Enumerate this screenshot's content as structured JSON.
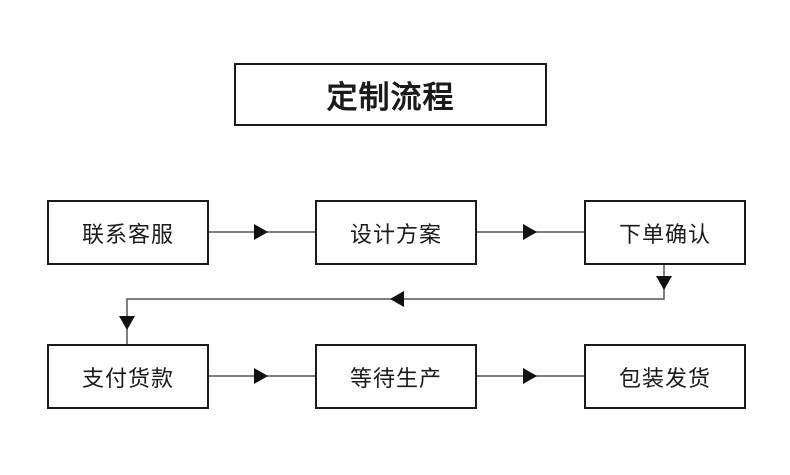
{
  "diagram": {
    "title": "定制流程",
    "steps": [
      {
        "label": "联系客服"
      },
      {
        "label": "设计方案"
      },
      {
        "label": "下单确认"
      },
      {
        "label": "支付货款"
      },
      {
        "label": "等待生产"
      },
      {
        "label": "包装发货"
      }
    ],
    "colors": {
      "stroke": "#1a1a1a",
      "connector": "#555555",
      "background": "#ffffff"
    }
  }
}
